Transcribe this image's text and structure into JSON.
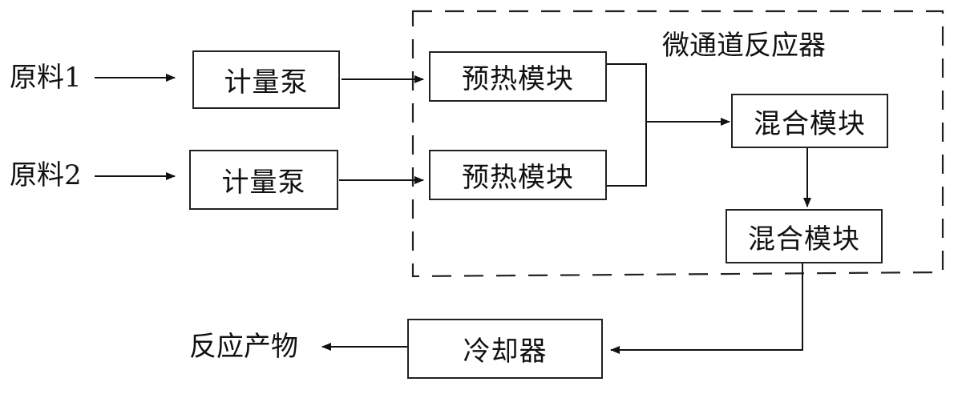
{
  "inputs": {
    "raw1": "原料1",
    "raw2": "原料2"
  },
  "pumps": {
    "pump1": "计量泵",
    "pump2": "计量泵"
  },
  "reactor": {
    "title": "微通道反应器",
    "preheat1": "预热模块",
    "preheat2": "预热模块",
    "mix1": "混合模块",
    "mix2": "混合模块"
  },
  "cooler": "冷却器",
  "output": "反应产物"
}
